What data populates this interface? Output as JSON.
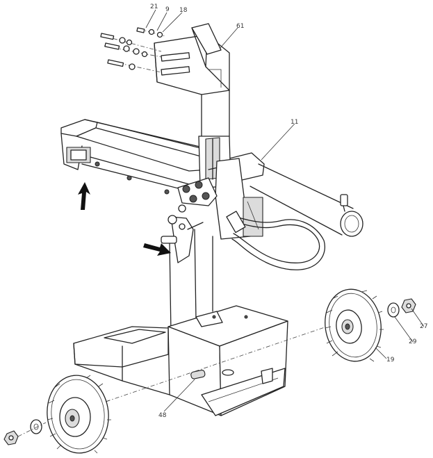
{
  "callouts": {
    "c21": "21",
    "c9": "9",
    "c18": "18",
    "c61": "61",
    "c11": "11",
    "c27": "27",
    "c29": "29",
    "c19": "19",
    "c48": "48"
  }
}
